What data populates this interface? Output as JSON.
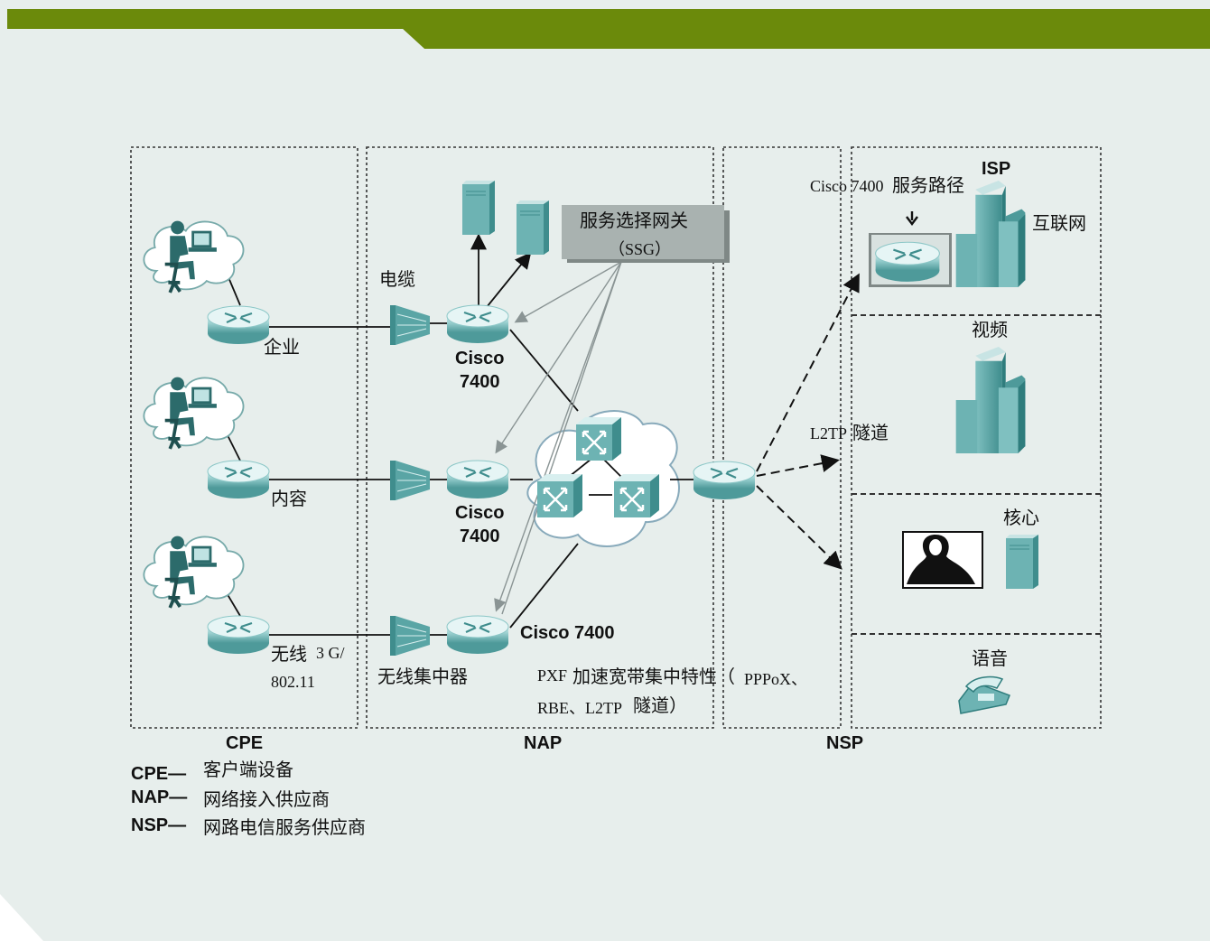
{
  "colors": {
    "header_bar": "#6b8a0b",
    "background": "#e7eeec",
    "teal": "#5aa5a5",
    "teal_dark": "#2f7d7d",
    "ssg_box": "#a9b2b0",
    "dashed": "#333333"
  },
  "zones": {
    "cpe": "CPE",
    "nap": "NAP",
    "nsp": "NSP",
    "isp": "ISP"
  },
  "cpe": {
    "enterprise": "企业",
    "content": "内容",
    "wireless": "无线",
    "wireless_std_1": "3 G/",
    "wireless_std_2": "802.11"
  },
  "nap": {
    "cable": "电缆",
    "wireless_concentrator": "无线集中器",
    "router_top_1": "Cisco",
    "router_top_2": "7400",
    "router_mid_1": "Cisco",
    "router_mid_2": "7400",
    "router_bottom": "Cisco 7400",
    "ssg_line1": "服务选择网关",
    "ssg_line2": "（SSG）",
    "pxf_line1_a": "PXF",
    "pxf_line1_b": "加速宽带集中特性（",
    "pxf_line1_c": "PPPoX、",
    "pxf_line2_a": "RBE、L2TP",
    "pxf_line2_b": "隧道）"
  },
  "nsp": {
    "service_path_a": "Cisco 7400",
    "service_path_b": "服务路径",
    "l2tp_a": "L2TP",
    "l2tp_b": "隧道",
    "internet": "互联网",
    "video": "视频",
    "core": "核心",
    "voice": "语音"
  },
  "legend": [
    {
      "abbr": "CPE—",
      "desc": "客户端设备"
    },
    {
      "abbr": "NAP—",
      "desc": "网络接入供应商"
    },
    {
      "abbr": "NSP—",
      "desc": "网路电信服务供应商"
    }
  ]
}
